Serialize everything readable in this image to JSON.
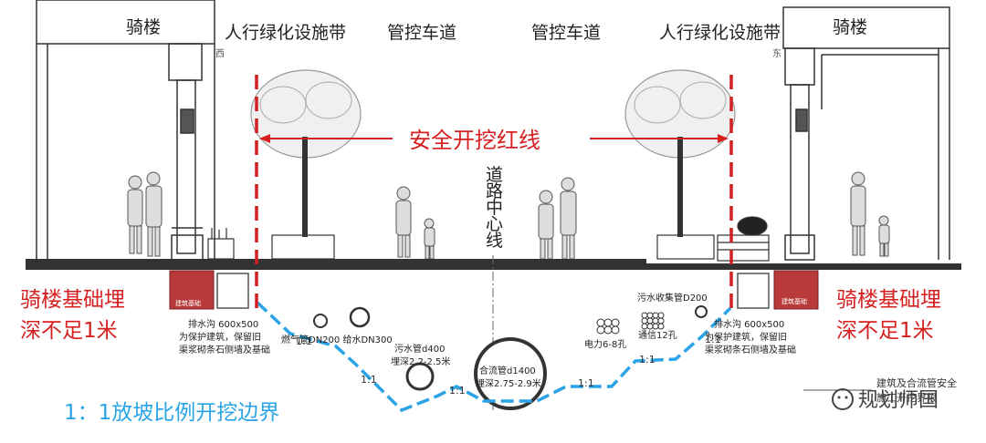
{
  "zones": {
    "left_arcade": "骑楼",
    "left_green": "人行绿化设施带",
    "left_lane": "管控车道",
    "right_lane": "管控车道",
    "right_green": "人行绿化设施带",
    "right_arcade": "骑楼"
  },
  "directions": {
    "west": "西",
    "east": "东"
  },
  "red_line_label": "安全开挖红线",
  "centerline_label": "道路中心线",
  "left_warning": [
    "骑楼基础埋",
    "深不足1米"
  ],
  "right_warning": [
    "骑楼基础埋",
    "深不足1米"
  ],
  "foundation_label": "建筑基础",
  "pipes": {
    "left_ditch": [
      "排水沟 600x500",
      "为保护建筑，保留旧",
      "渠浆砌条石侧墙及基础"
    ],
    "gas_water": "燃气管DN200 给水DN300",
    "sewer": [
      "污水管d400",
      "埋深2.2-2.5米"
    ],
    "combined": [
      "合流管d1400",
      "埋深2.75-2.9米"
    ],
    "power": "电力6-8孔",
    "telecom": "通信12孔",
    "sewage_collect": "污水收集管D200",
    "right_ditch": [
      "排水沟 600x500",
      "为保护建筑，保留旧",
      "渠浆砌条石侧墙及基础"
    ]
  },
  "slope_ratio": "1:1",
  "slope_label": "1：1放坡比例开挖边界",
  "bottom_right_note": [
    "建筑及合流管安全",
    "施工开挖界限"
  ],
  "watermark": "规划师国",
  "colors": {
    "red": "#d61f1f",
    "blue": "#2aa4e6",
    "ground": "#333333",
    "foundation": "#b83a3a"
  }
}
